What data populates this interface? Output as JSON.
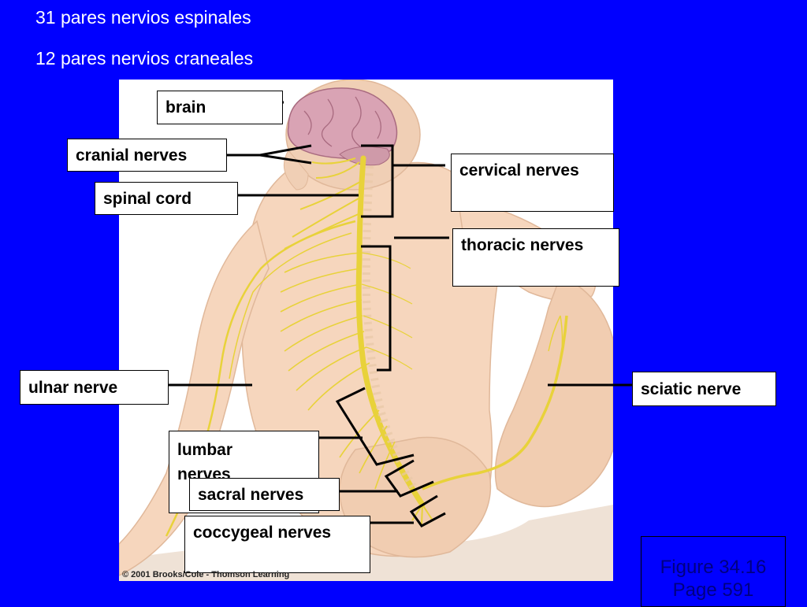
{
  "headings": [
    "31 pares nervios espinales",
    "12 pares nervios craneales"
  ],
  "labels": {
    "brain": "brain",
    "cranial_nerves": "cranial nerves",
    "spinal_cord": "spinal cord",
    "cervical_nerves": "cervical nerves",
    "thoracic_nerves": "thoracic nerves",
    "ulnar_nerve": "ulnar nerve",
    "sciatic_nerve": "sciatic nerve",
    "lumbar_nerves_line1": "lumbar",
    "lumbar_nerves_line2": "nerves",
    "sacral_nerves": "sacral nerves",
    "coccygeal_nerves": "coccygeal nerves"
  },
  "copyright": "© 2001 Brooks/Cole - Thomson Learning",
  "figure_ref": {
    "line1": "Figure 34.16",
    "line2": "Page 591"
  },
  "colors": {
    "background": "#0000ff",
    "skin": "#f6d6bd",
    "nerve": "#e8d23a",
    "brain": "#d9a3b4"
  }
}
